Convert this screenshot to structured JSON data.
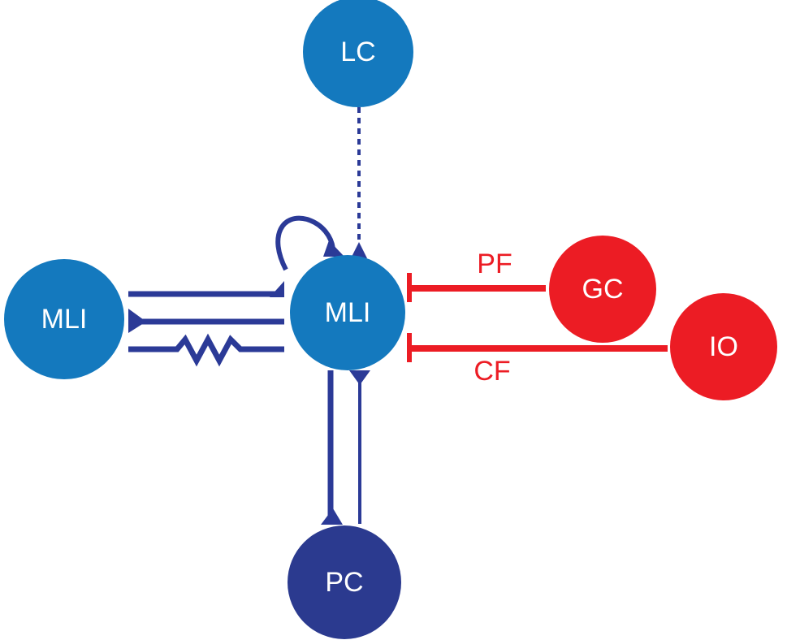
{
  "colors": {
    "mli": "#1479BE",
    "lc": "#1479BE",
    "pc": "#2B3A8F",
    "excitatory": "#EC1C24",
    "inhibitory": "#2B3A97",
    "background": "#FFFFFF"
  },
  "nodes": {
    "lc": {
      "label": "LC"
    },
    "mli_center": {
      "label": "MLI"
    },
    "mli_left": {
      "label": "MLI"
    },
    "gc": {
      "label": "GC"
    },
    "io": {
      "label": "IO"
    },
    "pc": {
      "label": "PC"
    }
  },
  "edges": {
    "pf": {
      "label": "PF"
    },
    "cf": {
      "label": "CF"
    }
  }
}
